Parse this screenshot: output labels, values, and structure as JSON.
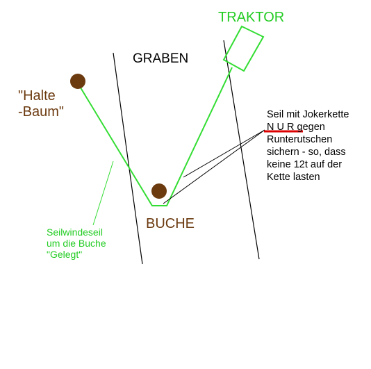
{
  "labels": {
    "traktor": "TRAKTOR",
    "graben": "GRABEN",
    "halte_baum": [
      "\"Halte",
      "-Baum\""
    ],
    "buche": "BUCHE",
    "seilwindeseil": [
      "Seilwindeseil",
      "um die Buche",
      "\"Gelegt\""
    ],
    "note": [
      "Seil mit Jokerkette",
      "N U R gegen",
      "Runterutschen",
      "sichern - so, dass",
      "keine 12t auf der",
      "Kette lasten"
    ]
  },
  "colors": {
    "rope": "#33dd33",
    "tree": "#6b3a0f",
    "brown_text": "#6b3a0f",
    "green_text": "#22cc22",
    "ditch_lines": "#000000",
    "underline": "#dd0000"
  }
}
